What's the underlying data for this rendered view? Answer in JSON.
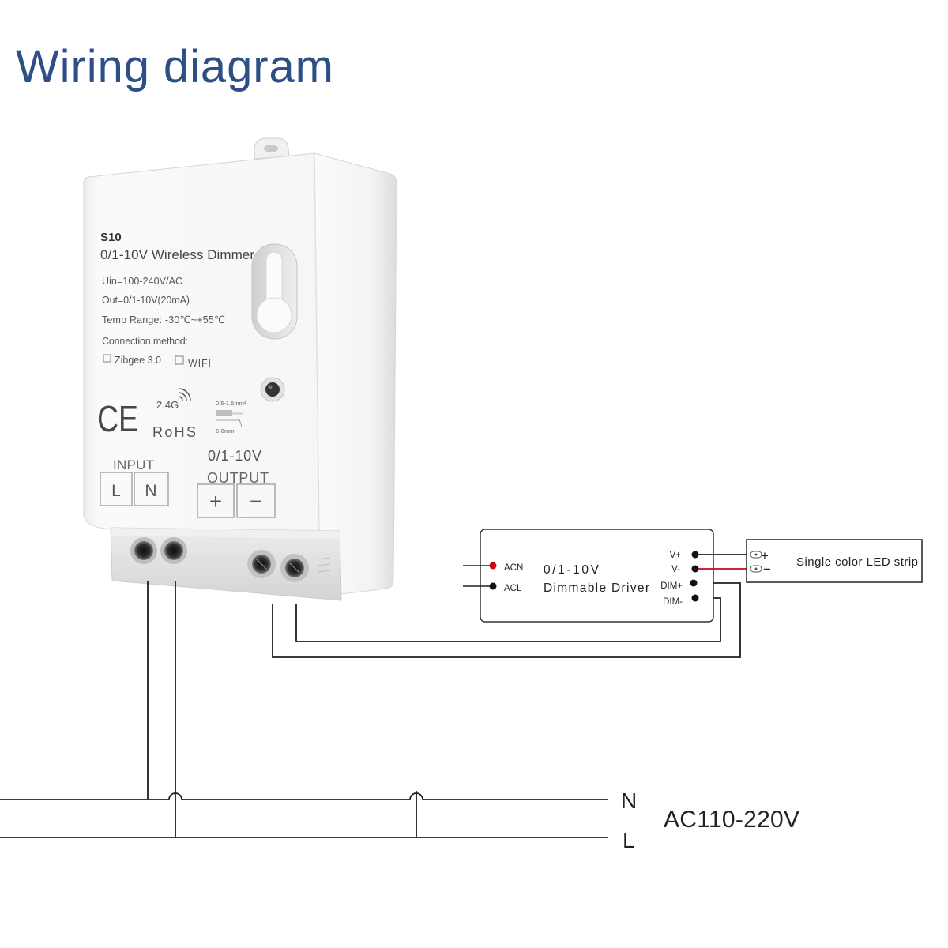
{
  "title": "Wiring diagram",
  "device": {
    "model": "S10",
    "name": "0/1-10V Wireless Dimmer",
    "specs": {
      "input_voltage": "Uin=100-240V/AC",
      "output": "Out=0/1-10V(20mA)",
      "temp_range": "Temp Range: -30℃~+55℃"
    },
    "connection_label": "Connection method:",
    "connection_options": [
      "Zibgee 3.0",
      "WIFI"
    ],
    "certifications": {
      "ce": "CE",
      "rohs": "RoHS"
    },
    "band": "2.4G",
    "wire_gauge": "0.5-1.5mm²",
    "strip_length": "6-8mm",
    "input": {
      "label": "INPUT",
      "terminals": [
        "L",
        "N"
      ]
    },
    "output": {
      "range": "0/1-10V",
      "label": "OUTPUT",
      "terminals": [
        "+",
        "−"
      ]
    }
  },
  "driver": {
    "inputs": [
      "ACN",
      "ACL"
    ],
    "name": [
      "0/1-10V",
      "Dimmable Driver"
    ],
    "outputs": [
      "V+",
      "V-",
      "DIM+",
      "DIM-"
    ]
  },
  "led_strip": {
    "label": "Single color LED strip",
    "terminals": [
      "+",
      "−"
    ]
  },
  "mains": {
    "neutral": "N",
    "live": "L",
    "voltage": "AC110-220V"
  },
  "icons": {
    "wireless": "wifi-icon",
    "wire_strip": "wire-strip-icon",
    "mount_slot": "keyhole-slot-icon",
    "pair_button": "pair-button-icon",
    "led_plug": "plug-icon"
  },
  "colors": {
    "title": "#2c4f86",
    "wire": "#1f1f1f",
    "live_wire": "#d0021b",
    "acn_dot": "#d0021b",
    "device_body": "#f7f7f7"
  }
}
